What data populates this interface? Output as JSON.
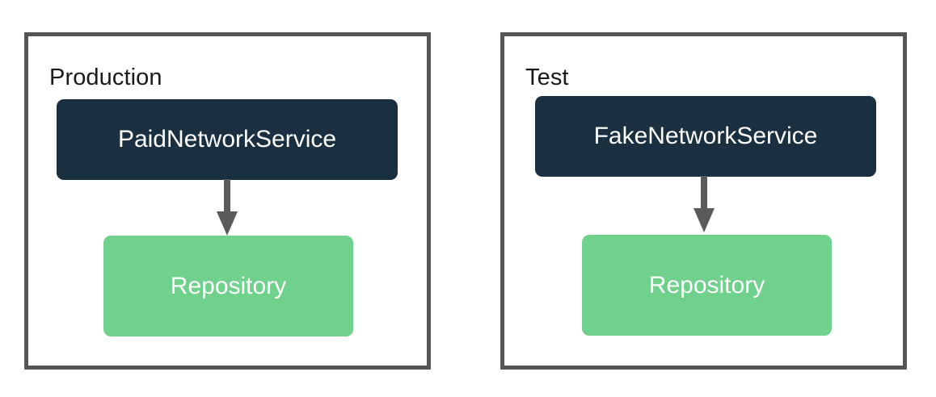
{
  "diagram": {
    "type": "dependency-injection-comparison",
    "background_color": "#ffffff",
    "containers": [
      {
        "id": "production",
        "title": "Production",
        "border_color": "#555555",
        "nodes": [
          {
            "id": "paid-network-service",
            "label": "PaidNetworkService",
            "fill": "#1A3040",
            "text_color": "#ffffff",
            "role": "service"
          },
          {
            "id": "repository-production",
            "label": "Repository",
            "fill": "#6FD18C",
            "text_color": "#ffffff",
            "role": "repository"
          }
        ],
        "edge": {
          "from": "paid-network-service",
          "to": "repository-production",
          "direction": "down",
          "color": "#5A5A5A"
        }
      },
      {
        "id": "test",
        "title": "Test",
        "border_color": "#555555",
        "nodes": [
          {
            "id": "fake-network-service",
            "label": "FakeNetworkService",
            "fill": "#1A3040",
            "text_color": "#ffffff",
            "role": "service"
          },
          {
            "id": "repository-test",
            "label": "Repository",
            "fill": "#6FD18C",
            "text_color": "#ffffff",
            "role": "repository"
          }
        ],
        "edge": {
          "from": "fake-network-service",
          "to": "repository-test",
          "direction": "down",
          "color": "#5A5A5A"
        }
      }
    ]
  }
}
